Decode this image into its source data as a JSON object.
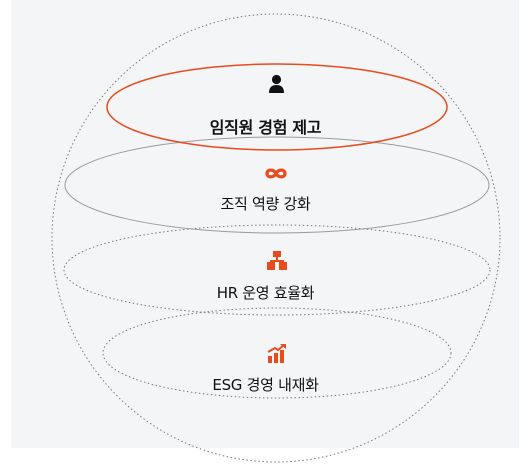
{
  "diagram": {
    "layers": [
      {
        "label": "임직원 경험 제고",
        "icon": "person-icon",
        "highlighted": true
      },
      {
        "label": "조직 역량 강화",
        "icon": "infinity-icon",
        "highlighted": false
      },
      {
        "label": "HR 운영 효율화",
        "icon": "org-chart-icon",
        "highlighted": false
      },
      {
        "label": "ESG 경영 내재화",
        "icon": "growth-chart-icon",
        "highlighted": false
      }
    ]
  },
  "colors": {
    "accent": "#e84c1e",
    "ring_gray": "#9a9a9a",
    "dotted": "#777777",
    "text": "#111111",
    "background": "#f4f5f7"
  }
}
